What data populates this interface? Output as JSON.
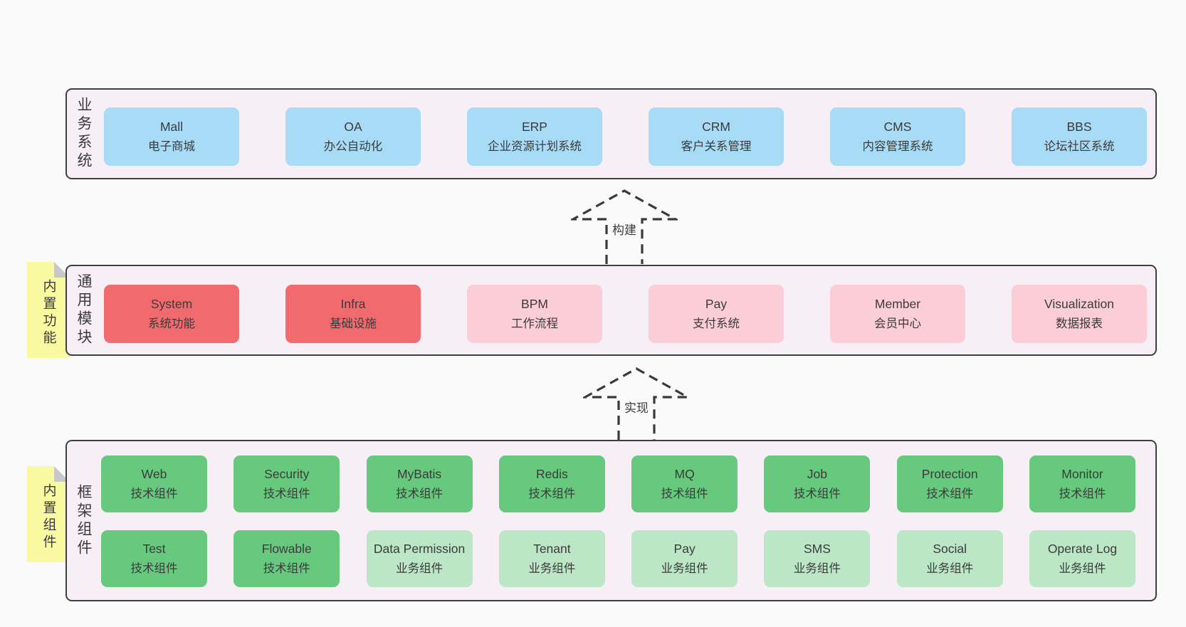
{
  "colors": {
    "pageBg": "#fafafa",
    "panelBg": "#f8eef6",
    "panelBorder": "#3f3f3f",
    "blue": "#a8dbf5",
    "red": "#f16b6e",
    "pink": "#facdd7",
    "green": "#66c97e",
    "greenLight": "#bbe7c6",
    "yellow": "#f9f9a2",
    "fold": "#c8c8c8",
    "text": "#3b3b3b",
    "dash": "#3a3a3a"
  },
  "layers": {
    "business": {
      "label": "业务系统",
      "boxes": [
        {
          "title": "Mall",
          "subtitle": "电子商城",
          "variant": "blue"
        },
        {
          "title": "OA",
          "subtitle": "办公自动化",
          "variant": "blue"
        },
        {
          "title": "ERP",
          "subtitle": "企业资源计划系统",
          "variant": "blue"
        },
        {
          "title": "CRM",
          "subtitle": "客户关系管理",
          "variant": "blue"
        },
        {
          "title": "CMS",
          "subtitle": "内容管理系统",
          "variant": "blue"
        },
        {
          "title": "BBS",
          "subtitle": "论坛社区系统",
          "variant": "blue"
        }
      ]
    },
    "modules": {
      "label": "通用模块",
      "note": "内置功能",
      "boxes": [
        {
          "title": "System",
          "subtitle": "系统功能",
          "variant": "red"
        },
        {
          "title": "Infra",
          "subtitle": "基础设施",
          "variant": "red"
        },
        {
          "title": "BPM",
          "subtitle": "工作流程",
          "variant": "pink"
        },
        {
          "title": "Pay",
          "subtitle": "支付系统",
          "variant": "pink"
        },
        {
          "title": "Member",
          "subtitle": "会员中心",
          "variant": "pink"
        },
        {
          "title": "Visualization",
          "subtitle": "数据报表",
          "variant": "pink"
        }
      ]
    },
    "framework": {
      "label": "框架组件",
      "note": "内置组件",
      "row1": [
        {
          "title": "Web",
          "subtitle": "技术组件",
          "variant": "green"
        },
        {
          "title": "Security",
          "subtitle": "技术组件",
          "variant": "green"
        },
        {
          "title": "MyBatis",
          "subtitle": "技术组件",
          "variant": "green"
        },
        {
          "title": "Redis",
          "subtitle": "技术组件",
          "variant": "green"
        },
        {
          "title": "MQ",
          "subtitle": "技术组件",
          "variant": "green"
        },
        {
          "title": "Job",
          "subtitle": "技术组件",
          "variant": "green"
        },
        {
          "title": "Protection",
          "subtitle": "技术组件",
          "variant": "green"
        },
        {
          "title": "Monitor",
          "subtitle": "技术组件",
          "variant": "green"
        }
      ],
      "row2": [
        {
          "title": "Test",
          "subtitle": "技术组件",
          "variant": "green"
        },
        {
          "title": "Flowable",
          "subtitle": "技术组件",
          "variant": "green"
        },
        {
          "title": "Data Permission",
          "subtitle": "业务组件",
          "variant": "greenlight"
        },
        {
          "title": "Tenant",
          "subtitle": "业务组件",
          "variant": "greenlight"
        },
        {
          "title": "Pay",
          "subtitle": "业务组件",
          "variant": "greenlight"
        },
        {
          "title": "SMS",
          "subtitle": "业务组件",
          "variant": "greenlight"
        },
        {
          "title": "Social",
          "subtitle": "业务组件",
          "variant": "greenlight"
        },
        {
          "title": "Operate Log",
          "subtitle": "业务组件",
          "variant": "greenlight"
        }
      ]
    }
  },
  "arrows": [
    {
      "label": "构建"
    },
    {
      "label": "实现"
    }
  ]
}
